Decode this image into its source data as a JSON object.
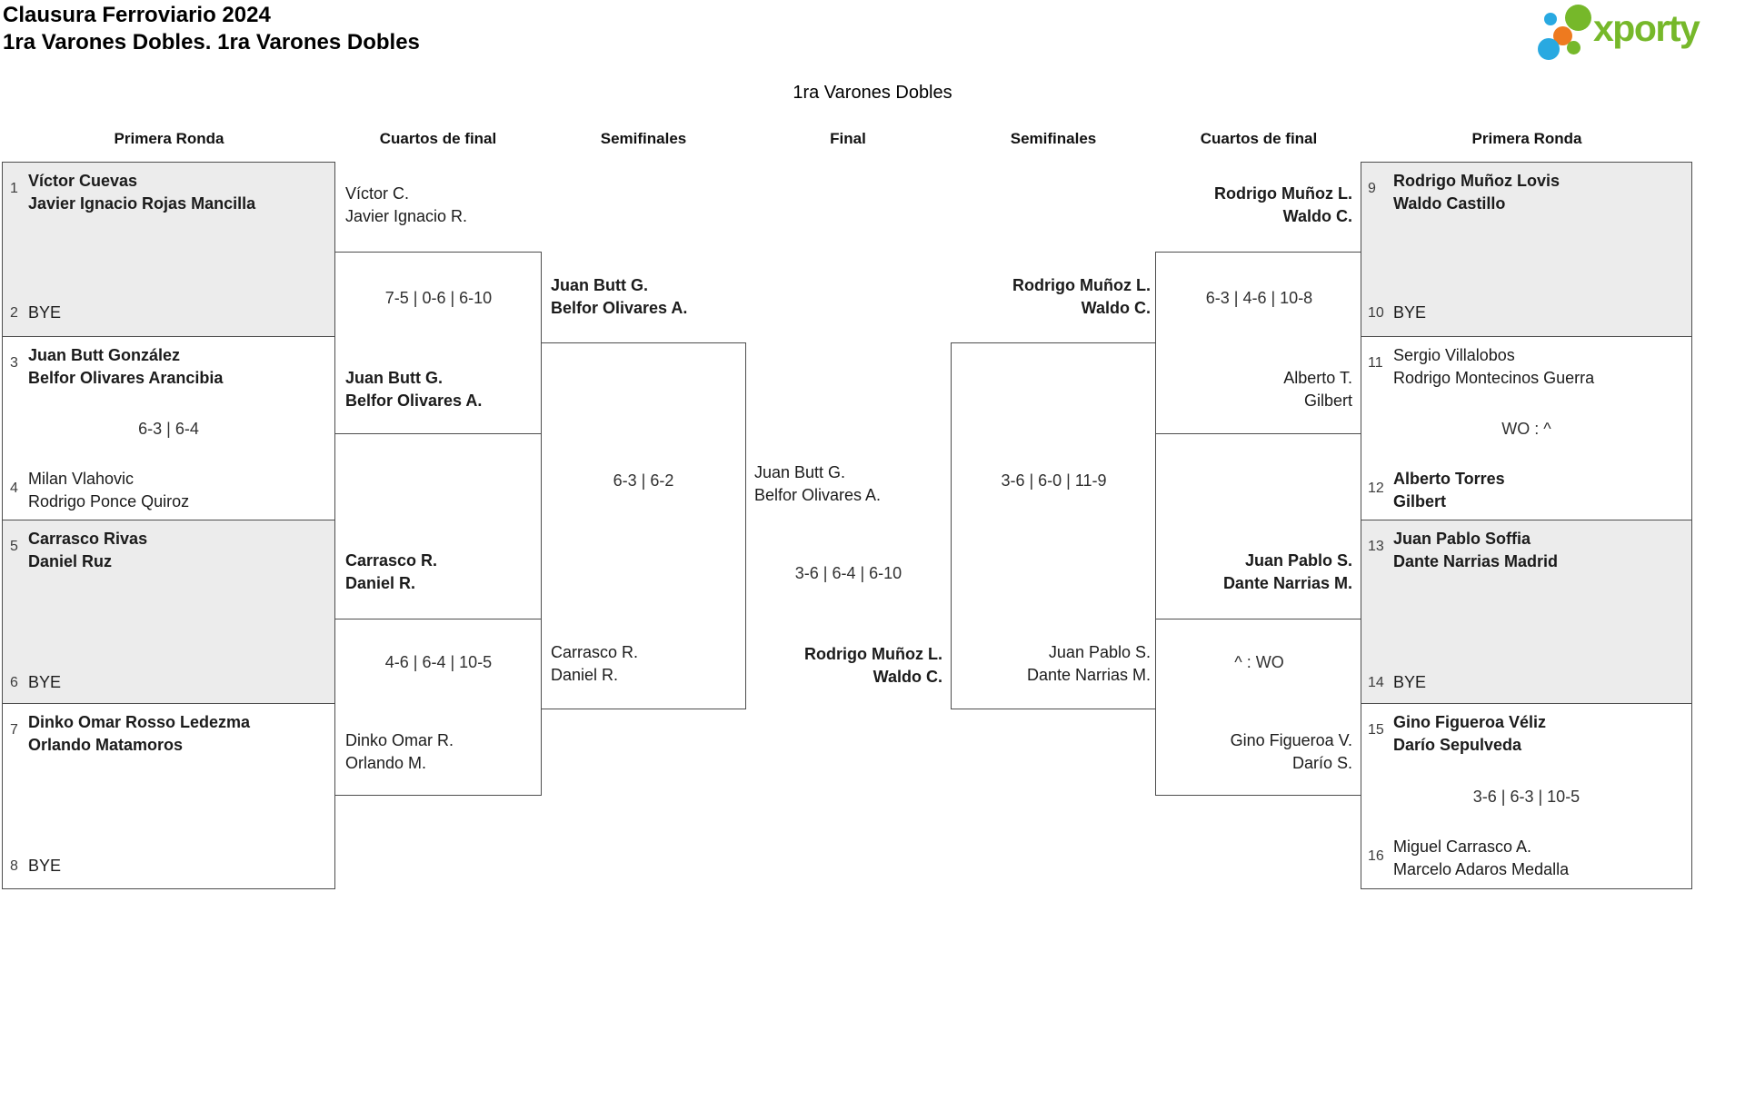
{
  "header": {
    "title": "Clausura Ferroviario 2024",
    "subtitle": "1ra Varones Dobles. 1ra Varones Dobles",
    "logo_text": "xporty"
  },
  "bracket": {
    "title": "1ra Varones Dobles"
  },
  "column_headers": [
    "Primera Ronda",
    "Cuartos de final",
    "Semifinales",
    "Final",
    "Semifinales",
    "Cuartos de final",
    "Primera Ronda"
  ],
  "colors": {
    "green": "#76b82a",
    "blue": "#29a9e1",
    "orange": "#ee7a1f",
    "box_gray": "#ececec",
    "border": "#4d4d4d"
  },
  "rounds": {
    "r1_left": [
      {
        "seed_top": "1",
        "top": [
          "Víctor Cuevas",
          "Javier Ignacio Rojas Mancilla"
        ],
        "top_bold": true,
        "score": "",
        "seed_bottom": "2",
        "bottom": [
          "BYE"
        ],
        "bottom_bold": false
      },
      {
        "seed_top": "3",
        "top": [
          "Juan Butt González",
          "Belfor Olivares Arancibia"
        ],
        "top_bold": true,
        "score": "6-3 | 6-4",
        "seed_bottom": "4",
        "bottom": [
          "Milan Vlahovic",
          "Rodrigo Ponce Quiroz"
        ],
        "bottom_bold": false
      },
      {
        "seed_top": "5",
        "top": [
          "Carrasco Rivas",
          "Daniel Ruz"
        ],
        "top_bold": true,
        "score": "",
        "seed_bottom": "6",
        "bottom": [
          "BYE"
        ],
        "bottom_bold": false
      },
      {
        "seed_top": "7",
        "top": [
          "Dinko Omar Rosso Ledezma",
          "Orlando Matamoros"
        ],
        "top_bold": true,
        "score": "",
        "seed_bottom": "8",
        "bottom": [
          "BYE"
        ],
        "bottom_bold": false
      }
    ],
    "qf_left": [
      {
        "top": [
          "Víctor C.",
          "Javier Ignacio R."
        ],
        "top_bold": false,
        "score": "7-5 | 0-6 | 6-10",
        "bottom": [
          "Juan Butt G.",
          "Belfor Olivares A."
        ],
        "bottom_bold": true
      },
      {
        "top": [
          "Carrasco R.",
          "Daniel R."
        ],
        "top_bold": true,
        "score": "4-6 | 6-4 | 10-5",
        "bottom": [
          "Dinko Omar R.",
          "Orlando M."
        ],
        "bottom_bold": false
      }
    ],
    "sf_left": {
      "top": [
        "Juan Butt G.",
        "Belfor Olivares A."
      ],
      "top_bold": true,
      "score": "6-3 | 6-2",
      "bottom": [
        "Carrasco R.",
        "Daniel R."
      ],
      "bottom_bold": false
    },
    "final": {
      "top": [
        "Juan Butt G.",
        "Belfor Olivares A."
      ],
      "top_bold": false,
      "score": "3-6 | 6-4 | 6-10",
      "bottom": [
        "Rodrigo Muñoz L.",
        "Waldo C."
      ],
      "bottom_bold": true
    },
    "sf_right": {
      "top": [
        "Rodrigo Muñoz L.",
        "Waldo C."
      ],
      "top_bold": true,
      "score": "3-6 | 6-0 | 11-9",
      "bottom": [
        "Juan Pablo S.",
        "Dante Narrias M."
      ],
      "bottom_bold": false
    },
    "qf_right": [
      {
        "top": [
          "Rodrigo Muñoz L.",
          "Waldo C."
        ],
        "top_bold": true,
        "score": "6-3 | 4-6 | 10-8",
        "bottom": [
          "Alberto T.",
          "Gilbert"
        ],
        "bottom_bold": false
      },
      {
        "top": [
          "Juan Pablo S.",
          "Dante Narrias M."
        ],
        "top_bold": true,
        "score": "^ : WO",
        "bottom": [
          "Gino Figueroa V.",
          "Darío S."
        ],
        "bottom_bold": false
      }
    ],
    "r1_right": [
      {
        "seed_top": "9",
        "top": [
          "Rodrigo Muñoz Lovis",
          "Waldo Castillo"
        ],
        "top_bold": true,
        "score": "",
        "seed_bottom": "10",
        "bottom": [
          "BYE"
        ],
        "bottom_bold": false
      },
      {
        "seed_top": "11",
        "top": [
          "Sergio Villalobos",
          "Rodrigo Montecinos Guerra"
        ],
        "top_bold": false,
        "score": "WO : ^",
        "seed_bottom": "12",
        "bottom": [
          "Alberto Torres",
          "Gilbert"
        ],
        "bottom_bold": true
      },
      {
        "seed_top": "13",
        "top": [
          "Juan Pablo Soffia",
          "Dante Narrias Madrid"
        ],
        "top_bold": true,
        "score": "",
        "seed_bottom": "14",
        "bottom": [
          "BYE"
        ],
        "bottom_bold": false
      },
      {
        "seed_top": "15",
        "top": [
          "Gino Figueroa Véliz",
          "Darío Sepulveda"
        ],
        "top_bold": true,
        "score": "3-6 | 6-3 | 10-5",
        "seed_bottom": "16",
        "bottom": [
          "Miguel Carrasco A.",
          "Marcelo Adaros Medalla"
        ],
        "bottom_bold": false
      }
    ]
  }
}
